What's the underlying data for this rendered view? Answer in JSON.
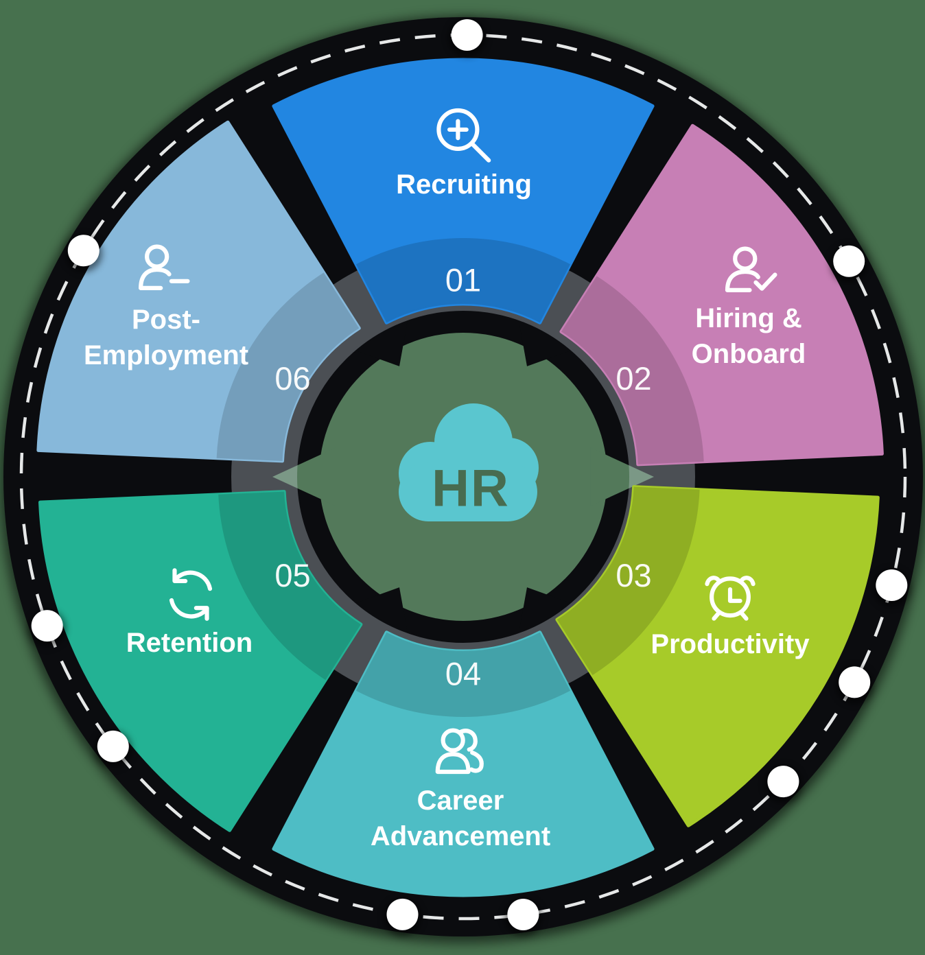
{
  "background_color": "#47714E",
  "wheel": {
    "ring_color": "#0B0C0F",
    "dashed_circle_color": "#F2F4F4",
    "dot_color": "#FFFFFF",
    "dot_angles_deg": [
      0.5,
      60.8,
      104.2,
      117.7,
      133.6,
      172.2,
      187.9,
      232.4,
      250.3,
      300.8
    ],
    "inner_ring_underlay_color": "#CDD7E0",
    "center": {
      "label": "HR",
      "icon": "cloud-icon",
      "cloud_color": "#5AC6CF",
      "label_color": "#486C50",
      "hole_color": "#53795A"
    },
    "segments": [
      {
        "number": "01",
        "label_lines": [
          "Recruiting"
        ],
        "icon": "zoom-in-icon",
        "color": "#2286E1",
        "angle_deg": 0
      },
      {
        "number": "02",
        "label_lines": [
          "Hiring &",
          "Onboard"
        ],
        "icon": "person-check-icon",
        "color": "#C77FB5",
        "angle_deg": 60
      },
      {
        "number": "03",
        "label_lines": [
          "Productivity"
        ],
        "icon": "alarm-clock-icon",
        "color": "#A7CB29",
        "angle_deg": 120
      },
      {
        "number": "04",
        "label_lines": [
          "Career",
          "Advancement"
        ],
        "icon": "people-icon",
        "color": "#4EBDC5",
        "angle_deg": 180
      },
      {
        "number": "05",
        "label_lines": [
          "Retention"
        ],
        "icon": "sync-arrows-icon",
        "color": "#23B294",
        "angle_deg": 240
      },
      {
        "number": "06",
        "label_lines": [
          "Post-",
          "Employment"
        ],
        "icon": "person-minus-icon",
        "color": "#87B8DA",
        "angle_deg": 300
      }
    ]
  }
}
